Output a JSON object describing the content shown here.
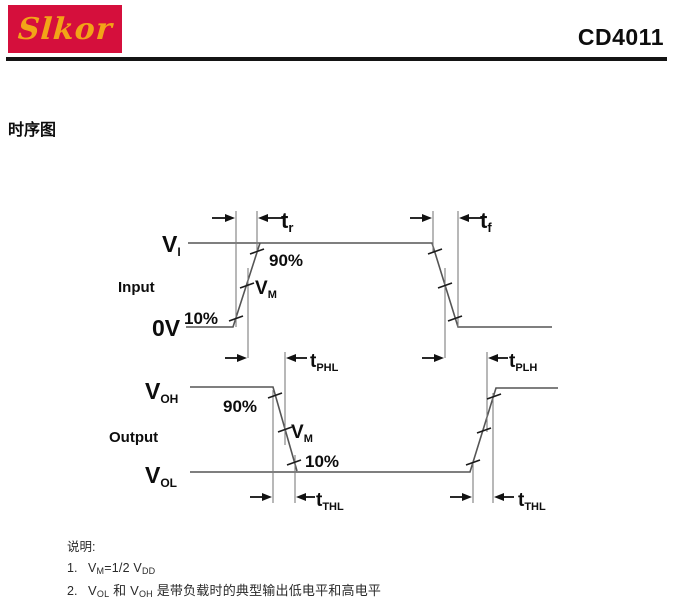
{
  "header": {
    "logo_text": "Slkor",
    "part_number": "CD4011"
  },
  "colors": {
    "logo_bg": "#d50f3c",
    "logo_fg": "#f2a417",
    "line": "#555555",
    "ink": "#111111"
  },
  "section_title": "时序图",
  "diagram": {
    "input": {
      "axis_label": "Input",
      "high_label": {
        "base": "V",
        "sub": "I"
      },
      "low_label": "0V",
      "p90": "90%",
      "p10": "10%",
      "vm": {
        "base": "V",
        "sub": "M"
      },
      "rise_time": {
        "base": "t",
        "sub": "r"
      },
      "fall_time": {
        "base": "t",
        "sub": "f"
      }
    },
    "output": {
      "axis_label": "Output",
      "high_label": {
        "base": "V",
        "sub": "OH"
      },
      "low_label": {
        "base": "V",
        "sub": "OL"
      },
      "p90": "90%",
      "p10": "10%",
      "vm": {
        "base": "V",
        "sub": "M"
      },
      "tphl": {
        "base": "t",
        "sub": "PHL"
      },
      "tplh": {
        "base": "t",
        "sub": "PLH"
      },
      "tthl_left": {
        "base": "t",
        "sub": "THL"
      },
      "tthl_right": {
        "base": "t",
        "sub": "THL"
      }
    }
  },
  "notes": {
    "heading": "说明:",
    "note1": {
      "num": "1.",
      "s0": "V",
      "s1": "M",
      "s2": "=1/2 V",
      "s3": "DD"
    },
    "note2": {
      "num": "2.",
      "s0": "V",
      "s1": "OL",
      "s2": " 和 V",
      "s3": "OH",
      "s4": " 是带负载时的典型输出低电平和高电平"
    }
  }
}
